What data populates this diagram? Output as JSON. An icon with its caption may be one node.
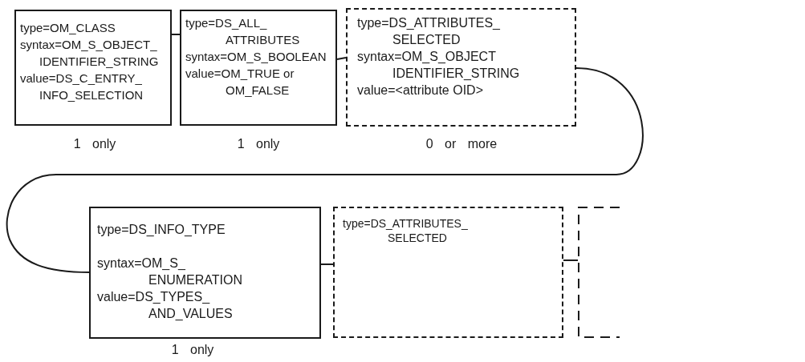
{
  "diagram": {
    "nodes": [
      {
        "text": [
          "type=OM_CLASS",
          "syntax=OM_S_OBJECT_ IDENTIFIER_STRING",
          "value=DS_C_ENTRY_ INFO_SELECTION"
        ],
        "beside": [
          "1 only"
        ]
      },
      {
        "text": [
          "type=DS_ALL_ ATTRIBUTES",
          "syntax=OM_S_BOOLEAN",
          "value=OM_TRUE or OM_FALSE"
        ],
        "beside": [
          "1 only"
        ]
      },
      {
        "text": [
          "type=DS_ATTRIBUTES_ SELECTED",
          "syntax=OM_S_OBJECT IDENTIFIER_STRING",
          "value=<attribute OID>"
        ],
        "beside": [
          "0 or more"
        ]
      },
      {
        "text": [
          "type=DS_INFO_TYPE",
          "syntax=OM_S_ ENUMERATION",
          "value=DS_TYPES_ AND_VALUES"
        ],
        "beside": [
          "1 only"
        ]
      },
      {
        "text": [
          "type=DS_ATTRIBUTES_ SELECTED"
        ]
      },
      {
        "text": [],
        "shape": "box"
      }
    ],
    "edges": [
      {
        "from": 0,
        "to": 1,
        "arrow": "none"
      },
      {
        "from": 1,
        "to": 2,
        "arrow": "none"
      },
      {
        "from": 2,
        "to": 3,
        "arrow": "none"
      },
      {
        "from": 3,
        "to": 4,
        "arrow": "none"
      },
      {
        "from": 4,
        "to": 5,
        "arrow": "none"
      }
    ]
  }
}
